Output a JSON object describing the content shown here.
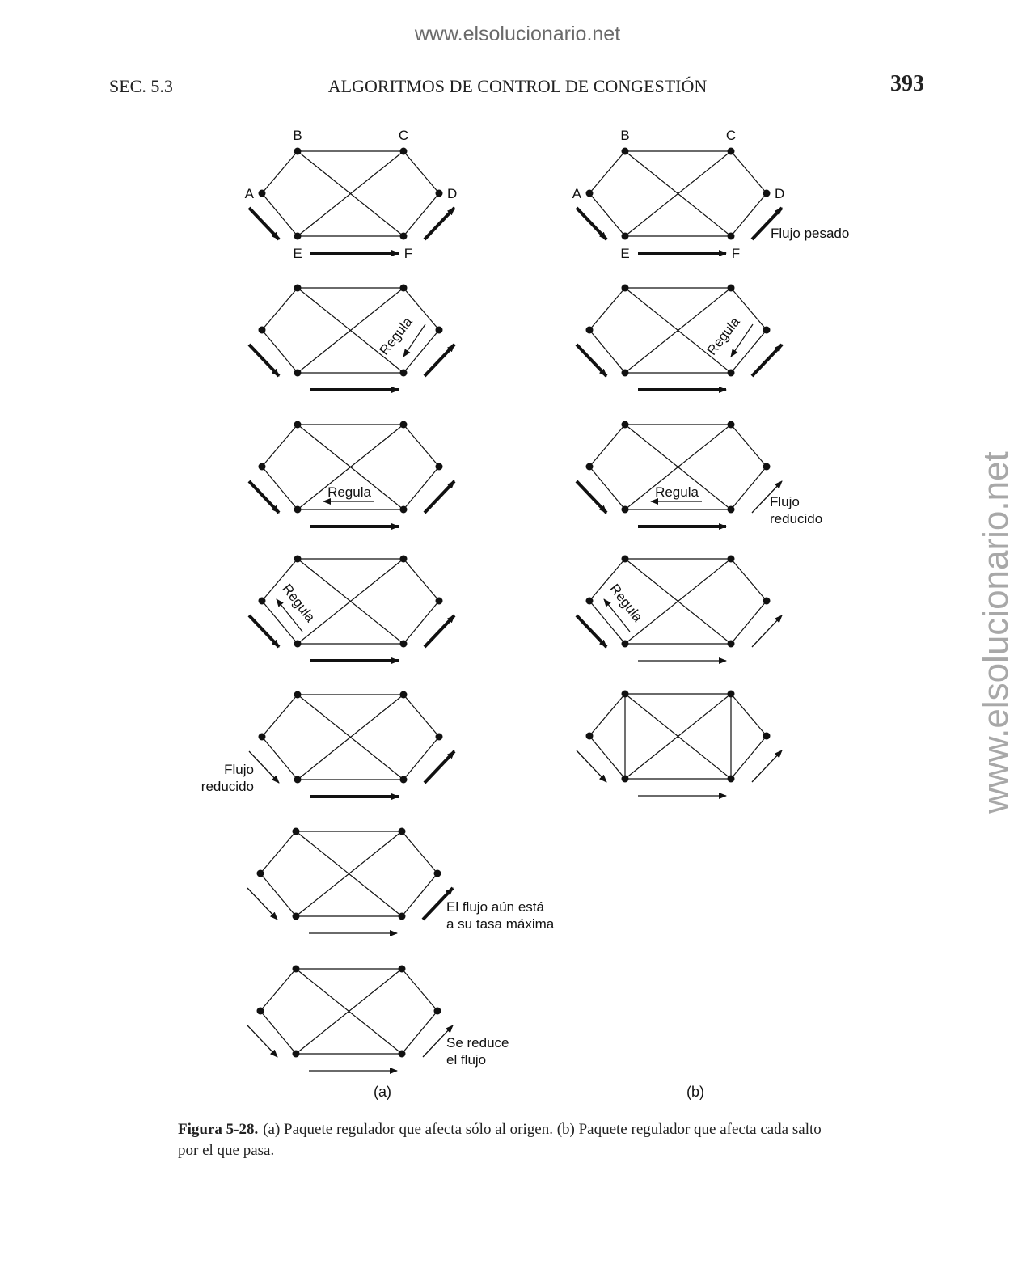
{
  "watermark": {
    "top": "www.elsolucionario.net",
    "side": "www.elsolucionario.net"
  },
  "header": {
    "section": "SEC.  5.3",
    "title": "ALGORITMOS DE CONTROL DE CONGESTIÓN",
    "page_number": "393"
  },
  "node_labels": {
    "A": "A",
    "B": "B",
    "C": "C",
    "D": "D",
    "E": "E",
    "F": "F"
  },
  "annotations": {
    "regula": "Regula",
    "flujo_pesado": "Flujo pesado",
    "flujo": "Flujo",
    "reducido": "reducido",
    "aun_line1": "El flujo aún está",
    "aun_line2": "a su tasa máxima",
    "se_reduce_line1": "Se reduce",
    "se_reduce_line2": "el flujo"
  },
  "panel_labels": {
    "a": "(a)",
    "b": "(b)"
  },
  "caption": {
    "label": "Figura 5-28.",
    "text": "(a) Paquete regulador que afecta sólo al origen. (b) Paquete regulador que afecta cada salto por el que pasa."
  }
}
